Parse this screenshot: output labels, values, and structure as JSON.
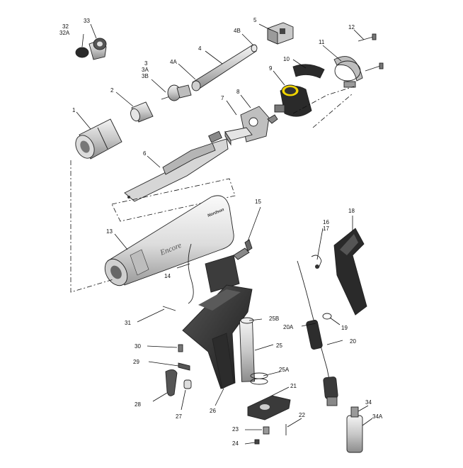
{
  "callouts": {
    "c1": "1",
    "c2": "2",
    "c3": "3",
    "c3a": "3A",
    "c3b": "3B",
    "c4": "4",
    "c4a": "4A",
    "c4b": "4B",
    "c5": "5",
    "c6": "6",
    "c7": "7",
    "c8": "8",
    "c9": "9",
    "c10": "10",
    "c11": "11",
    "c12": "12",
    "c13": "13",
    "c14": "14",
    "c15": "15",
    "c16": "16",
    "c17": "17",
    "c18": "18",
    "c19": "19",
    "c20": "20",
    "c20a": "20A",
    "c21": "21",
    "c22": "22",
    "c23": "23",
    "c24": "24",
    "c25": "25",
    "c25a": "25A",
    "c25b": "25B",
    "c26": "26",
    "c27": "27",
    "c28": "28",
    "c29": "29",
    "c30": "30",
    "c31": "31",
    "c32": "32",
    "c32a": "32A",
    "c33": "33",
    "c34": "34",
    "c34a": "34A"
  },
  "markings": {
    "shroud_brand": "Encore",
    "shroud_logo": "Nordson"
  },
  "colors": {
    "line": "#222222",
    "metal_light": "#d9d9d9",
    "metal_mid": "#a8a8a8",
    "dark_part": "#3a3a3a",
    "black_part": "#1e1e1e"
  },
  "icons": {
    "part-1": "nozzle-sleeve",
    "part-13": "gun-shroud",
    "part-26": "handle",
    "part-20": "cable-assembly"
  }
}
